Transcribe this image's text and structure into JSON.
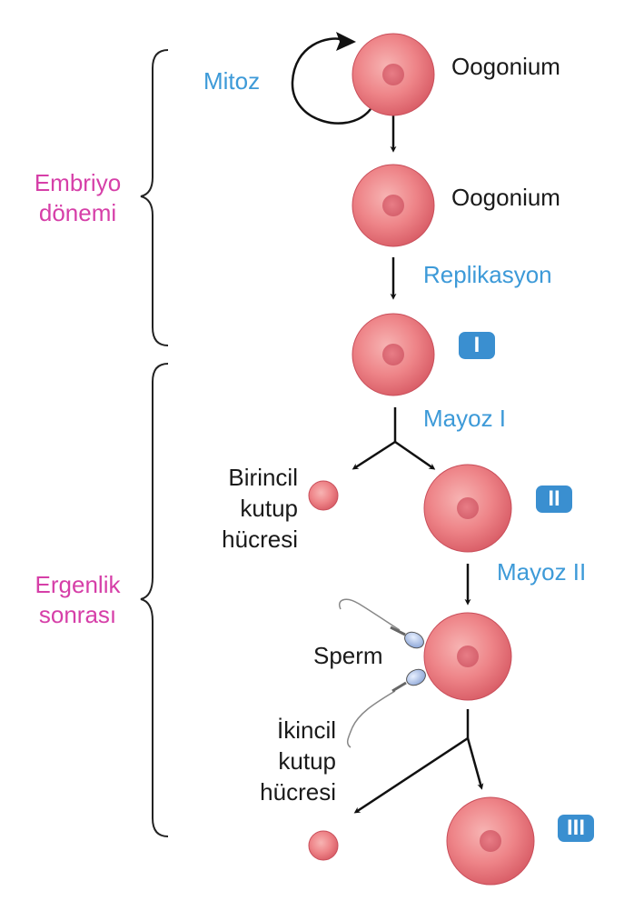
{
  "phases": {
    "embryo": "Embriyo\ndönemi",
    "puberty": "Ergenlik\nsonrası"
  },
  "processes": {
    "mitosis": "Mitoz",
    "replication": "Replikasyon",
    "meiosis1": "Mayoz I",
    "meiosis2": "Mayoz II"
  },
  "cells": {
    "oogonium_1": "Oogonium",
    "oogonium_2": "Oogonium",
    "first_polar_body": "Birincil\nkutup\nhücresi",
    "sperm": "Sperm",
    "second_polar_body": "İkincil\nkutup\nhücresi"
  },
  "badges": {
    "stage1": "I",
    "stage2": "II",
    "stage3": "III"
  },
  "colors": {
    "phase_text": "#d63fa8",
    "process_text": "#3d9ad8",
    "badge_bg": "#3a8fd0",
    "cell_fill": "#ee7f84",
    "nucleus_fill": "#dd6570"
  }
}
